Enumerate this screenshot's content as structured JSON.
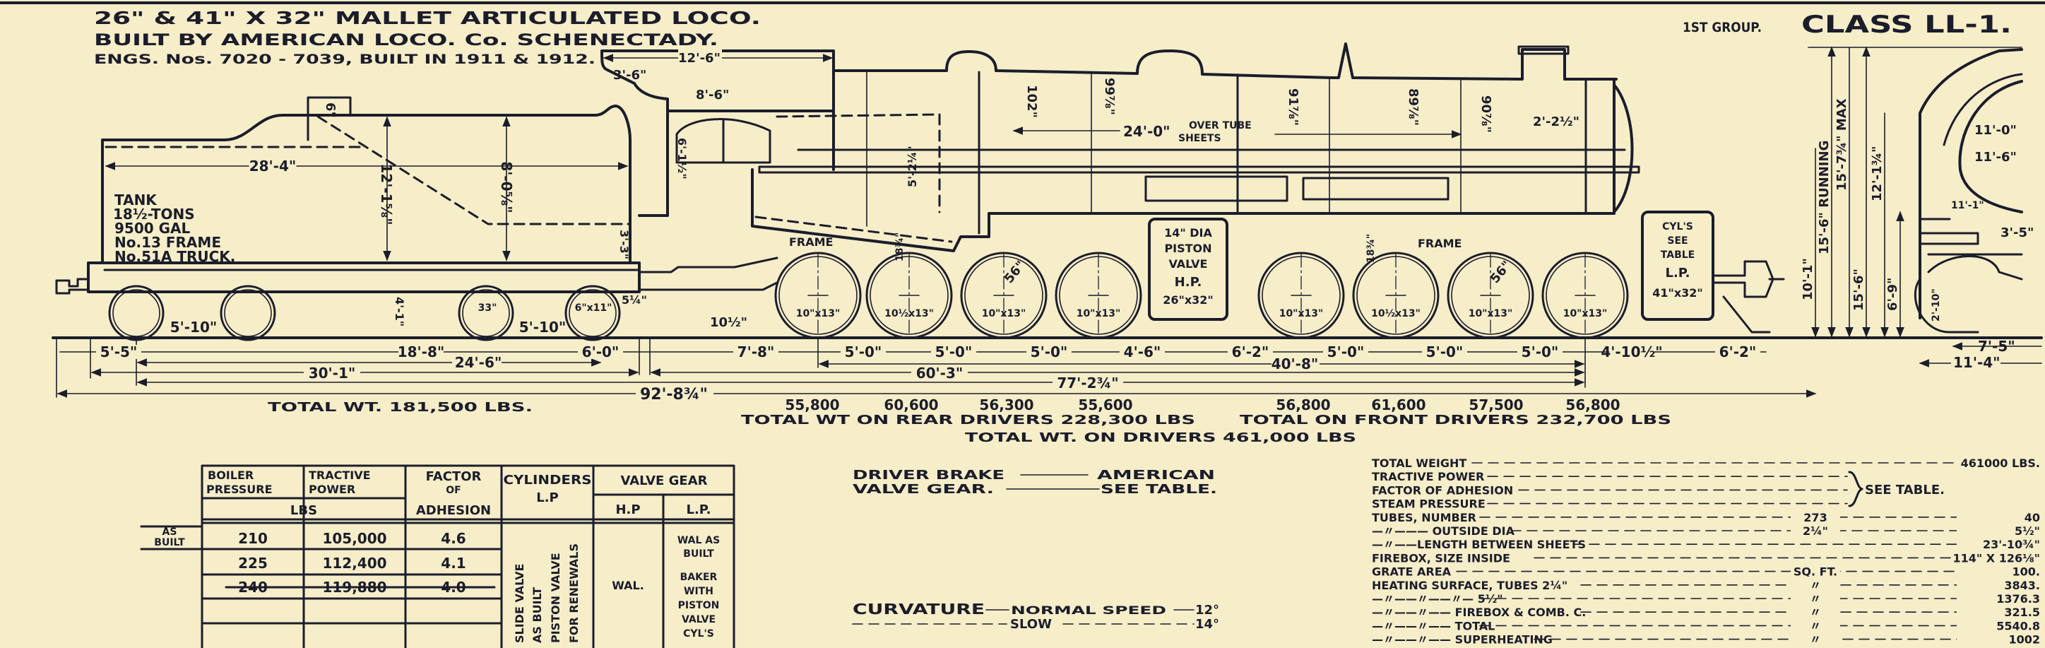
{
  "title": {
    "line1": "26\" & 41\" X 32\" MALLET ARTICULATED LOCO.",
    "line2": "BUILT BY AMERICAN LOCO. Co. SCHENECTADY.",
    "line3": "ENGS. Nos. 7020 - 7039, BUILT IN 1911 & 1912.",
    "group": "1ST GROUP.",
    "class": "CLASS LL-1."
  },
  "tender": {
    "tank_lines": [
      "TANK",
      "18½-TONS",
      "9500 GAL",
      "No.13 FRAME",
      "No.51A TRUCK."
    ],
    "length": "28'-4\"",
    "height_a": "12'-1⅝\"",
    "height_b": "8'-0⅝\"",
    "coal_board": "6\"",
    "frame_h": "4'-1\"",
    "step": "3'-3\"",
    "wheel_spacing_1": "5'-10\"",
    "wheel_spacing_2": "5'-10\"",
    "wheel_size": "33\"",
    "journal": "6\"x11\"",
    "drawbar": "5¼\""
  },
  "loco": {
    "cab_roof": "12'-6\"",
    "cab_overhang": "3'-6\"",
    "cab_width": "8'-6\"",
    "cab_window": "6'-1½\"",
    "firebox_h": "102\"",
    "boiler_dia": [
      "99⅞\"",
      "91⅞\"",
      "89⅞\"",
      "90⅞\""
    ],
    "tube_length": "24'-0\"",
    "tube_note_1": "OVER TUBE",
    "tube_note_2": "SHEETS",
    "smokebox_ext": "2'-2½\"",
    "firebox_depth": "5'-2¼\"",
    "frame_label": "FRAME",
    "driver_dia": "56\"",
    "spring": "18¾\"",
    "journals": [
      "10\"x13\"",
      "10½x13\"",
      "10\"x13\"",
      "10\"x13\"",
      "10\"x13\"",
      "10½x13\"",
      "10\"x13\"",
      "10\"x13\""
    ],
    "hp_cyl": [
      "14\" DIA",
      "PISTON",
      "VALVE",
      "H.P.",
      "26\"x32\""
    ],
    "lp_cyl": [
      "CYL'S",
      "SEE",
      "TABLE",
      "L.P.",
      "41\"x32\""
    ],
    "tender_gap": "10½\""
  },
  "dimensions": {
    "row1": [
      "5'-5\"",
      "18'-8\"",
      "6'-0\"",
      "7'-8\"",
      "5'-0\"",
      "5'-0\"",
      "5'-0\"",
      "4'-6\"",
      "6'-2\"",
      "5'-0\"",
      "5'-0\"",
      "5'-0\"",
      "4'-10½\"",
      "6'-2\""
    ],
    "tender_truck": "24'-6\"",
    "front_group": "40'-8\"",
    "tender_total": "30'-1\"",
    "engine_wb": "60'-3\"",
    "total_wb": "77'-2¾\"",
    "overall": "92'-8¾\"",
    "tender_weight": "TOTAL WT. 181,500 LBS."
  },
  "weights": {
    "rear": [
      "55,800",
      "60,600",
      "56,300",
      "55,600"
    ],
    "front": [
      "56,800",
      "61,600",
      "57,500",
      "56,800"
    ],
    "rear_total": "TOTAL WT ON REAR DRIVERS 228,300 LBS",
    "front_total": "TOTAL ON FRONT DRIVERS 232,700 LBS",
    "total": "TOTAL WT. ON DRIVERS 461,000 LBS"
  },
  "front_view": {
    "running": "15'-6\" RUNNING",
    "max": "15'-7¾\" MAX",
    "h1": "10'-1\"",
    "h2": "15'-6\"",
    "h3": "12'-1¾\"",
    "h4": "6'-9\"",
    "w1": "11'-0\"",
    "w2": "11'-6\"",
    "w3": "3'-5\"",
    "w4": "7'-5\"",
    "w5": "11'-4\"",
    "w6": "11'-1\"",
    "w7": "2'-10\""
  },
  "table": {
    "h_boiler": [
      "BOILER",
      "PRESSURE"
    ],
    "h_tractive": [
      "TRACTIVE",
      "POWER"
    ],
    "h_lbs": "LBS",
    "h_factor": [
      "FACTOR",
      "OF",
      "ADHESION"
    ],
    "h_cyl": [
      "CYLINDERS",
      "L.P"
    ],
    "h_valve": "VALVE GEAR",
    "h_hp": "H.P",
    "h_lp": "L.P.",
    "row_label": [
      "AS",
      "BUILT"
    ],
    "rows": [
      {
        "pressure": "210",
        "tractive": "105,000",
        "factor": "4.6"
      },
      {
        "pressure": "225",
        "tractive": "112,400",
        "factor": "4.1"
      },
      {
        "pressure": "240",
        "tractive": "119,880",
        "factor": "4.0",
        "struck": true
      }
    ],
    "cyl_text": [
      "SLIDE VALVE",
      "AS BUILT",
      "PISTON VALVE",
      "FOR RENEWALS"
    ],
    "hp_text": "WAL.",
    "lp_text": [
      "WAL AS",
      "BUILT",
      "BAKER",
      "WITH",
      "PISTON",
      "VALVE",
      "CYL'S"
    ]
  },
  "misc": {
    "driver_brake_label": "DRIVER BRAKE",
    "driver_brake_value": "AMERICAN",
    "valve_gear_label": "VALVE GEAR.",
    "valve_gear_value": "SEE TABLE.",
    "curvature_label": "CURVATURE",
    "normal_speed": "NORMAL SPEED",
    "normal_value": "12°",
    "slow": "SLOW",
    "slow_value": "14°"
  },
  "specs": [
    {
      "label": "TOTAL WEIGHT",
      "mid": "",
      "value": "461000 LBS."
    },
    {
      "label": "TRACTIVE POWER",
      "mid": "",
      "value": ""
    },
    {
      "label": "FACTOR OF ADHESION",
      "mid": "",
      "value": ""
    },
    {
      "label": "STEAM PRESSURE",
      "mid": "",
      "value": ""
    },
    {
      "label": "TUBES, NUMBER",
      "mid": "273",
      "value": "40"
    },
    {
      "label": "—〃——— OUTSIDE DIA",
      "mid": "2¼\"",
      "value": "5½\""
    },
    {
      "label": "—〃——LENGTH BETWEEN SHEETS",
      "mid": "",
      "value": "23'-10¾\""
    },
    {
      "label": "FIREBOX, SIZE INSIDE",
      "mid": "",
      "value": "114\" X 126⅛\""
    },
    {
      "label": "GRATE AREA",
      "mid": "SQ. FT.",
      "value": "100."
    },
    {
      "label": "HEATING SURFACE, TUBES 2¼\"",
      "mid": "〃",
      "value": "3843."
    },
    {
      "label": "—〃——〃——〃— 5½\"",
      "mid": "〃",
      "value": "1376.3"
    },
    {
      "label": "—〃——〃—— FIREBOX & COMB. C.",
      "mid": "〃",
      "value": "321.5"
    },
    {
      "label": "—〃——〃—— TOTAL",
      "mid": "〃",
      "value": "5540.8"
    },
    {
      "label": "—〃——〃—— SUPERHEATING",
      "mid": "〃",
      "value": "1002"
    }
  ],
  "specs_bracket": "SEE TABLE.",
  "colors": {
    "paper": "#f6edc9",
    "ink": "#1b1d2b"
  }
}
